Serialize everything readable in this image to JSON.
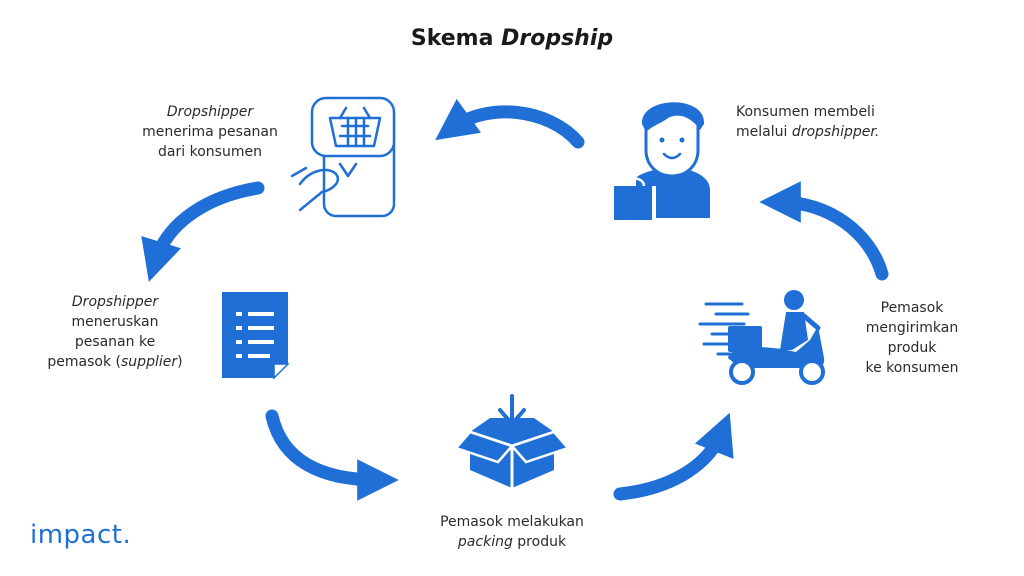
{
  "title": {
    "main": "Skema",
    "italic": "Dropship"
  },
  "steps": [
    {
      "id": "order-received",
      "line1_italic": "Dropshipper",
      "line2": "menerima pesanan",
      "line3": "dari konsumen",
      "icon": "phone-shopping-cart-icon"
    },
    {
      "id": "consumer-buys",
      "line1": "Konsumen membeli",
      "line2_prefix": "melalui ",
      "line2_italic": "dropshipper.",
      "icon": "consumer-shopping-bag-icon"
    },
    {
      "id": "supplier-ships",
      "line1": "Pemasok",
      "line2": "mengirimkan",
      "line3": "produk",
      "line4": "ke konsumen",
      "icon": "delivery-scooter-icon"
    },
    {
      "id": "packing",
      "line1": "Pemasok melakukan",
      "line2_italic": "packing",
      "line2_suffix": " produk",
      "icon": "package-box-icon"
    },
    {
      "id": "forward-order",
      "line1_italic": "Dropshipper",
      "line2": "meneruskan",
      "line3": "pesanan ke",
      "line4_prefix": "pemasok (",
      "line4_italic": "supplier",
      "line4_suffix": ")",
      "icon": "document-list-icon"
    }
  ],
  "brand": {
    "logo_text": "impact."
  },
  "colors": {
    "accent": "#1f6fd6",
    "text": "#2b2b2b",
    "background": "#ffffff"
  }
}
